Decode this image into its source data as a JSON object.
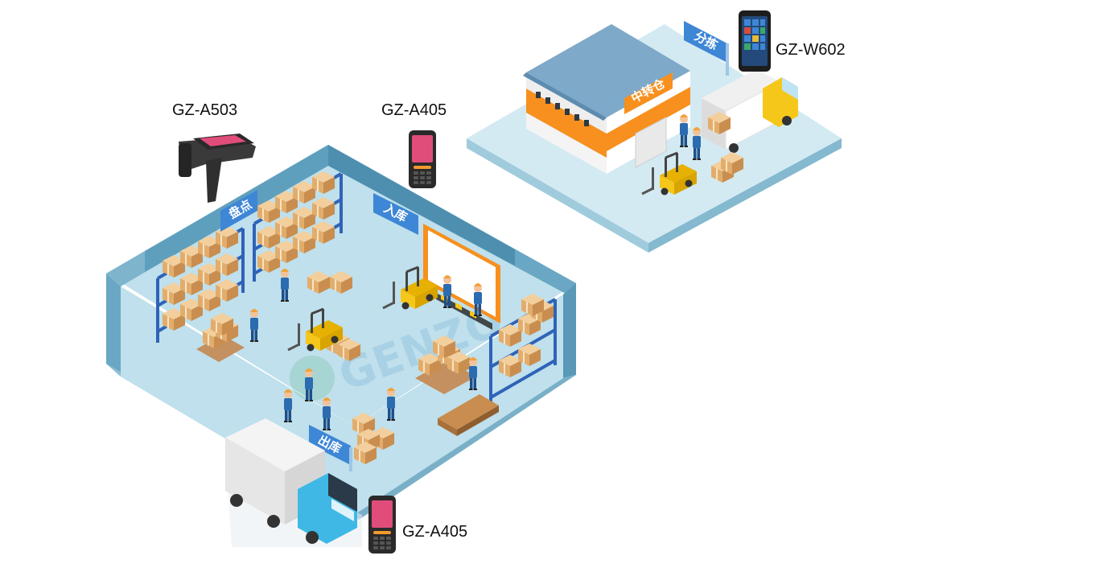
{
  "devices": {
    "a503": {
      "label": "GZ-A503"
    },
    "a405_top": {
      "label": "GZ-A405"
    },
    "w602": {
      "label": "GZ-W602"
    },
    "a405_bottom": {
      "label": "GZ-A405"
    }
  },
  "zones": {
    "inventory": "盘点",
    "inbound": "入库",
    "outbound": "出库",
    "sorting": "分拣",
    "transfer": "中转仓"
  },
  "watermark": "GENZO",
  "colors": {
    "floor": "#bfe0ec",
    "wall": "#6aa7c4",
    "shelf": "#2f63b8",
    "box": "#e8b981",
    "worker": "#2b6cb0",
    "hardhat": "#f2a23a",
    "forklift": "#f5c71a",
    "truck_cab": "#3fb8e6",
    "roof": "#7fa9c9",
    "warehouse_band": "#f7901e"
  }
}
